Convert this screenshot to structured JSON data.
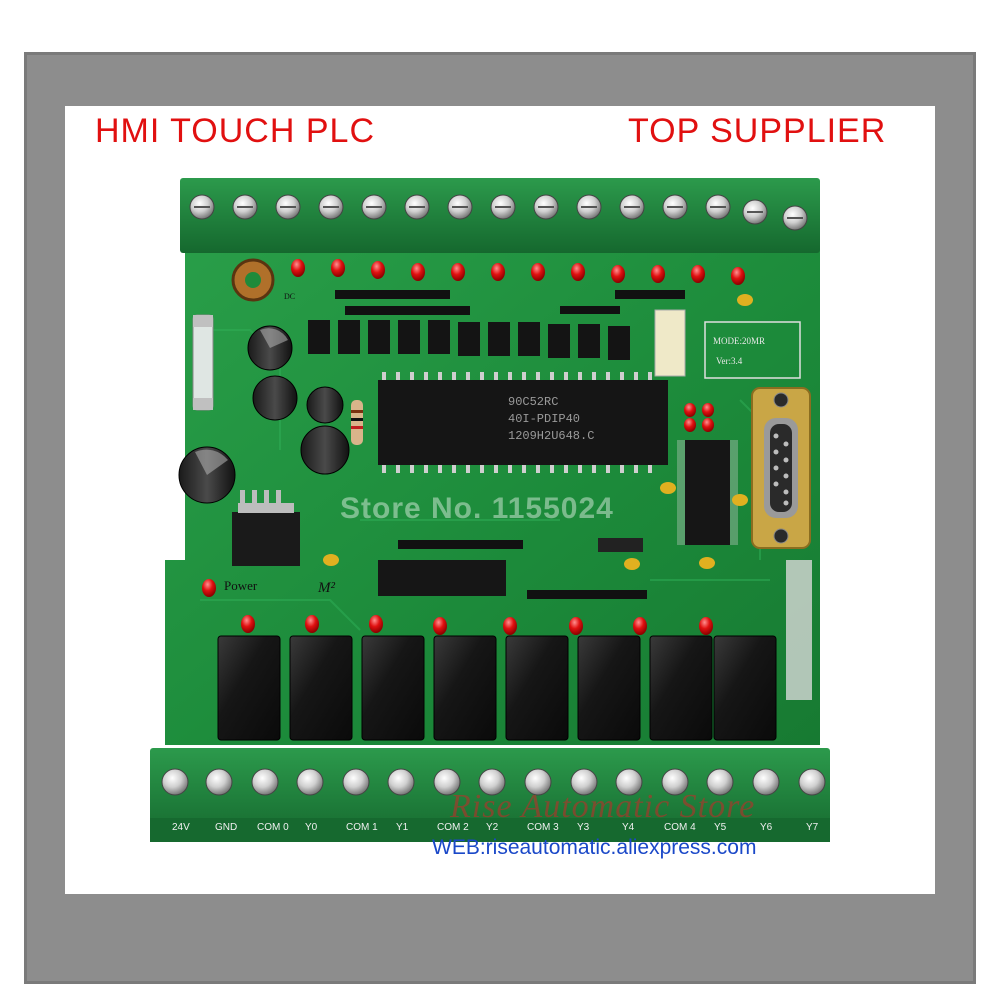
{
  "headline_left": "HMI TOUCH PLC",
  "headline_right": "TOP SUPPLIER",
  "store_name": "Rise Automatic Store",
  "website": "WEB:riseautomatic.aliexpress.com",
  "watermark": "Store No. 1155024",
  "mcu_chip": {
    "line1": "90C52RC",
    "line2": "40I-PDIP40",
    "line3": "1209H2U648.C"
  },
  "board_labels": {
    "model": "MODE:20MR",
    "version": "Ver:3.4",
    "power": "Power",
    "logo": "M²",
    "dc": "DC"
  },
  "terminal_labels": [
    "24V",
    "GND",
    "COM 0",
    "Y0",
    "COM 1",
    "Y1",
    "COM 2",
    "Y2",
    "COM 3",
    "Y3",
    "Y4",
    "COM 4",
    "Y5",
    "Y6",
    "Y7"
  ],
  "colors": {
    "headline": "#e11010",
    "website": "#1a48c8",
    "pcb": "#1f8a3a",
    "terminal_block": "#1a7a3a",
    "frame": "#8d8d8d"
  }
}
